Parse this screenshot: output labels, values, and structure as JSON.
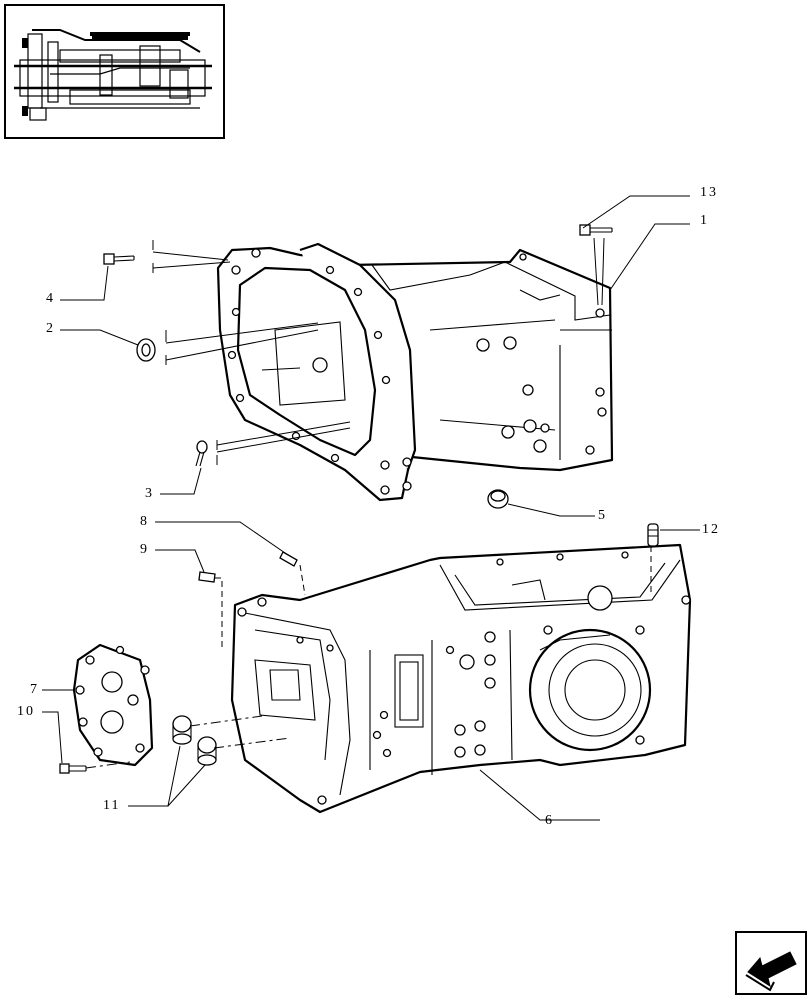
{
  "diagram": {
    "callouts": [
      {
        "id": "c1",
        "text": "1"
      },
      {
        "id": "c2",
        "text": "2"
      },
      {
        "id": "c3",
        "text": "3"
      },
      {
        "id": "c4",
        "text": "4"
      },
      {
        "id": "c5",
        "text": "5"
      },
      {
        "id": "c6",
        "text": "6"
      },
      {
        "id": "c7",
        "text": "7"
      },
      {
        "id": "c8",
        "text": "8"
      },
      {
        "id": "c9",
        "text": "9"
      },
      {
        "id": "c10",
        "text": "10"
      },
      {
        "id": "c11",
        "text": "11"
      },
      {
        "id": "c12",
        "text": "12"
      },
      {
        "id": "c13",
        "text": "13"
      }
    ],
    "icons": {
      "thumbnail": "transmission-overview-thumbnail-icon",
      "nav": "next-page-arrow-icon"
    }
  }
}
